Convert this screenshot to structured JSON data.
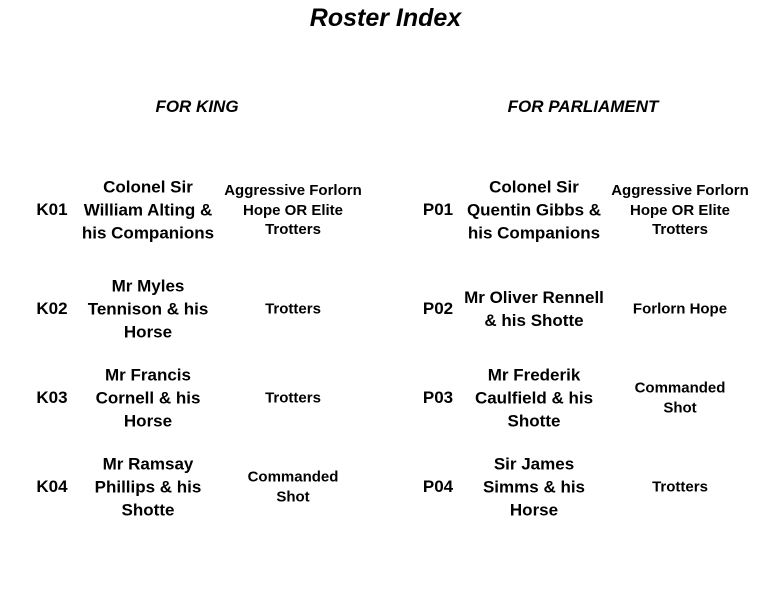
{
  "title": "Roster Index",
  "king": {
    "header": "FOR KING",
    "rows": [
      {
        "id": "K01",
        "name": "Colonel Sir William Alting & his Companions",
        "type": "Aggressive Forlorn Hope OR Elite Trotters"
      },
      {
        "id": "K02",
        "name": "Mr Myles Tennison & his Horse",
        "type": "Trotters"
      },
      {
        "id": "K03",
        "name": "Mr Francis Cornell & his Horse",
        "type": "Trotters"
      },
      {
        "id": "K04",
        "name": "Mr Ramsay Phillips & his Shotte",
        "type": "Commanded Shot"
      }
    ]
  },
  "parliament": {
    "header": "FOR PARLIAMENT",
    "rows": [
      {
        "id": "P01",
        "name": "Colonel Sir Quentin Gibbs & his Companions",
        "type": "Aggressive Forlorn Hope OR Elite Trotters"
      },
      {
        "id": "P02",
        "name": "Mr Oliver Rennell & his Shotte",
        "type": "Forlorn Hope"
      },
      {
        "id": "P03",
        "name": "Mr Frederik Caulfield & his Shotte",
        "type": "Commanded Shot"
      },
      {
        "id": "P04",
        "name": "Sir James Simms & his Horse",
        "type": "Trotters"
      }
    ]
  }
}
